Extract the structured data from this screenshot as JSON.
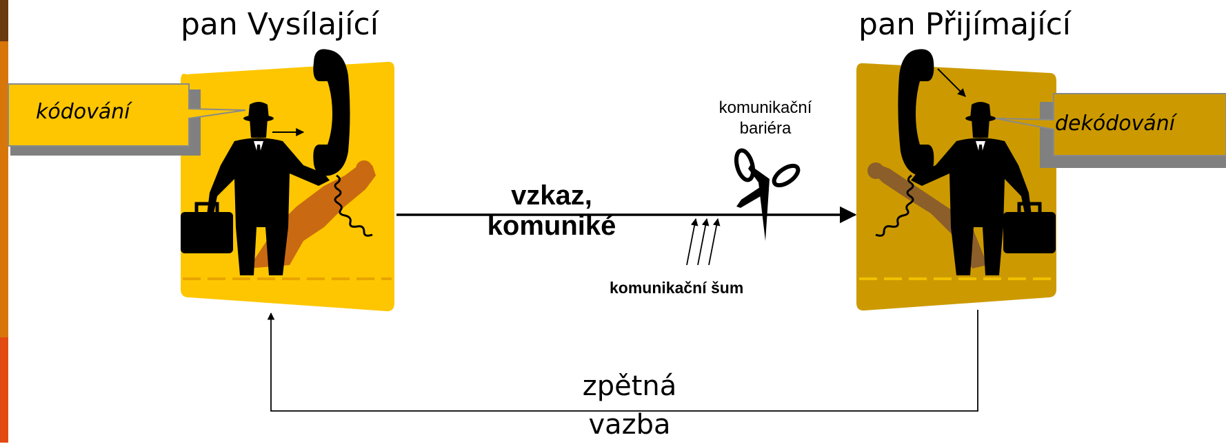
{
  "sender": {
    "title": "pan Vysílající",
    "process": "kódování"
  },
  "receiver": {
    "title": "pan Přijímající",
    "process": "dekódování"
  },
  "message": {
    "line1": "vzkaz,",
    "line2": "komuniké"
  },
  "barrier": {
    "line1": "komunikační",
    "line2": "bariéra"
  },
  "noise": {
    "label": "komunikační šum"
  },
  "feedback": {
    "line1": "zpětná",
    "line2": "vazba"
  },
  "colors": {
    "sender_card": "#FDC600",
    "receiver_card": "#CC9A00",
    "stripe_top": "#6B3A10",
    "stripe_mid": "#D8760A",
    "stripe_bottom": "#E24A12",
    "figure": "#000000",
    "sender_shadow": "#C96A12",
    "receiver_shadow": "#8C5E2A"
  },
  "icons": [
    "businessman-phone-icon",
    "scissors-icon",
    "arrow-icon",
    "speech-callout-icon"
  ]
}
